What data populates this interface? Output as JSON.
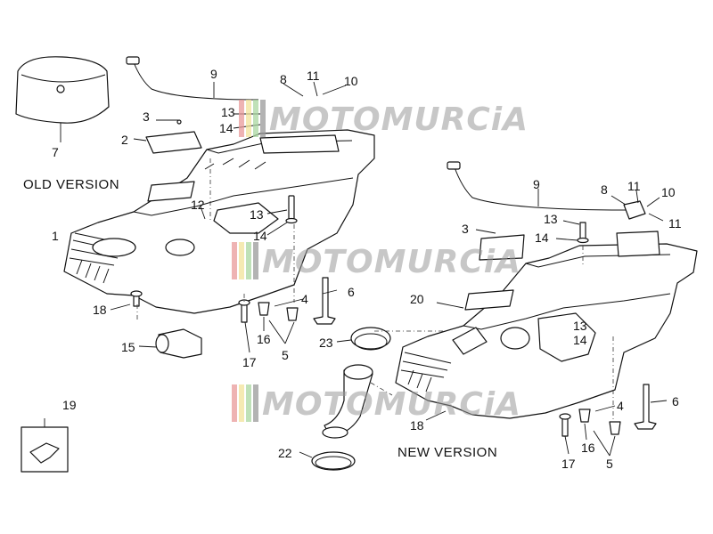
{
  "captions": {
    "old_version": "OLD  VERSION",
    "new_version": "NEW VERSION"
  },
  "watermark": {
    "text": "MOTOMURCiA",
    "stripe_colors": [
      "#e89a9a",
      "#f2e39a",
      "#a9d7a0",
      "#9a9a9a"
    ]
  },
  "callouts": {
    "old": {
      "c1": "1",
      "c2": "2",
      "c3": "3",
      "c4": "4",
      "c5": "5",
      "c6": "6",
      "c7": "7",
      "c8": "8",
      "c9": "9",
      "c10": "10",
      "c11": "11",
      "c12": "12",
      "c13a": "13",
      "c13b": "13",
      "c14a": "14",
      "c14b": "14",
      "c15": "15",
      "c16": "16",
      "c17": "17",
      "c18": "18",
      "c19": "19"
    },
    "new": {
      "c3": "3",
      "c4": "4",
      "c5": "5",
      "c6": "6",
      "c8": "8",
      "c9": "9",
      "c10": "10",
      "c11a": "11",
      "c11b": "11",
      "c13a": "13",
      "c13b": "13",
      "c14a": "14",
      "c14b": "14",
      "c16": "16",
      "c17": "17",
      "c18": "18",
      "c20": "20",
      "c22": "22",
      "c23": "23"
    }
  }
}
